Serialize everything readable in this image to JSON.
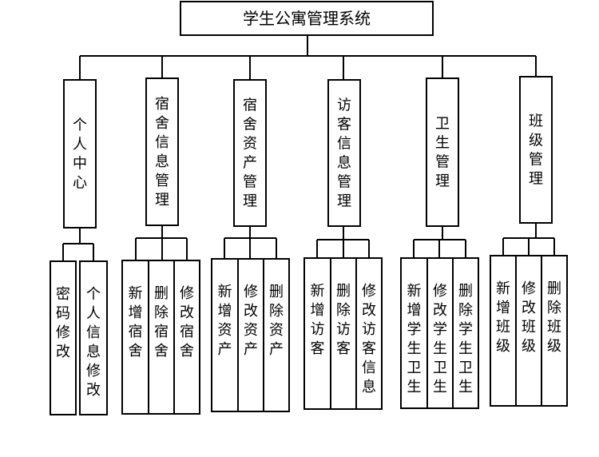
{
  "title": "学生公寓管理系统",
  "modules": [
    {
      "name": "个人中心",
      "functions": [
        "密码修改",
        "个人信息修改"
      ]
    },
    {
      "name": "宿舍信息管理",
      "functions": [
        "新增宿舍",
        "删除宿舍",
        "修改宿舍"
      ]
    },
    {
      "name": "宿舍资产管理",
      "functions": [
        "新增资产",
        "修改资产",
        "删除资产"
      ]
    },
    {
      "name": "访客信息管理",
      "functions": [
        "新增访客",
        "删除访客",
        "修改访客信息"
      ]
    },
    {
      "name": "卫生管理",
      "functions": [
        "新增学生卫生",
        "修改学生卫生",
        "删除学生卫生"
      ]
    },
    {
      "name": "班级管理",
      "functions": [
        "新增班级",
        "修改班级",
        "删除班级"
      ]
    }
  ]
}
